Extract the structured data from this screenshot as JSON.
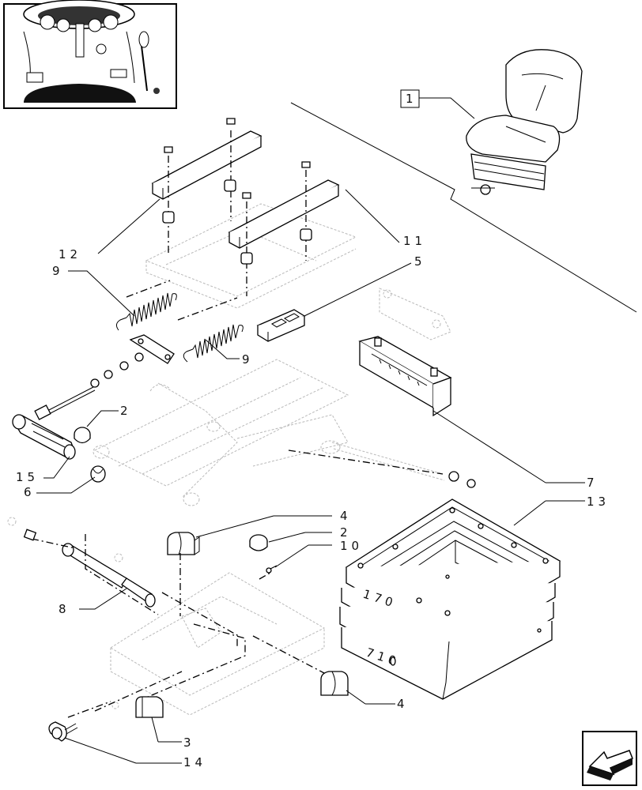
{
  "callouts": {
    "c1": "1",
    "c2a": "2",
    "c2b": "2",
    "c3": "3",
    "c4a": "4",
    "c4b": "4",
    "c5": "5",
    "c6": "6",
    "c7": "7",
    "c8": "8",
    "c9a": "9",
    "c9b": "9",
    "c10": "10",
    "c11": "11",
    "c12": "12",
    "c13": "13",
    "c14": "14",
    "c15": "15"
  },
  "overlay_text": {
    "boot_mark_top": "170",
    "boot_mark_side": "710"
  },
  "icons": {
    "nav": "next-page-arrow-icon",
    "thumbnail": "tractor-cab-thumbnail"
  },
  "colors": {
    "ink": "#000000",
    "ghost": "#b9b9b9",
    "background": "#ffffff"
  }
}
